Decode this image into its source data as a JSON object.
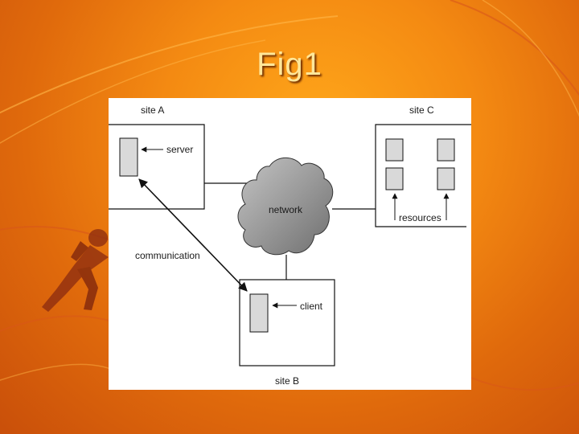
{
  "slide": {
    "title": "Fig1"
  },
  "diagram": {
    "site_a_label": "site A",
    "site_b_label": "site B",
    "site_c_label": "site C",
    "server_label": "server",
    "client_label": "client",
    "network_label": "network",
    "resources_label": "resources",
    "communication_label": "communication"
  },
  "colors": {
    "background": "#f48a12",
    "title": "#ffe79a",
    "panel": "#ffffff",
    "network_cloud": "#9a9a9a",
    "host_box": "#d9d9d9"
  }
}
